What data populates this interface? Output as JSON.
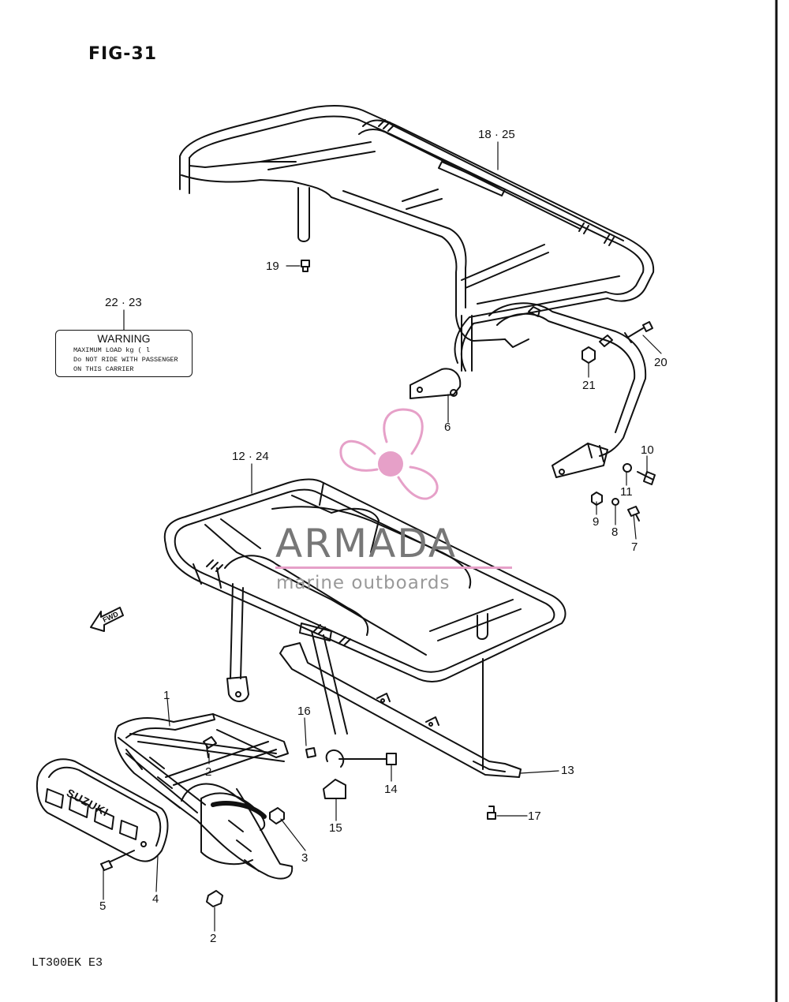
{
  "figure": {
    "title": "FIG-31",
    "model_code": "LT300EK E3"
  },
  "warning_label": {
    "heading": "WARNING",
    "lines": [
      "MAXIMUM LOAD  kg (      l",
      "Do NOT RIDE WITH PASSENGER",
      "ON THIS CARRIER"
    ]
  },
  "parts": {
    "p18_25": "18 · 25",
    "p19": "19",
    "p22_23": "22 · 23",
    "p20": "20",
    "p21": "21",
    "p6": "6",
    "p12_24": "12 · 24",
    "p10": "10",
    "p11": "11",
    "p9": "9",
    "p8": "8",
    "p7": "7",
    "p1": "1",
    "p16": "16",
    "p13": "13",
    "p2a": "2",
    "p14": "14",
    "p15": "15",
    "p17": "17",
    "p3": "3",
    "p5": "5",
    "p4": "4",
    "p2b": "2"
  },
  "fwd_label": "FWD",
  "reflector_text": "SUZUKI",
  "watermark": {
    "brand": "ARMADA",
    "sub": "marine outboards",
    "accent_color": "#e6a0c8"
  },
  "colors": {
    "ink": "#111111",
    "paper": "#ffffff"
  }
}
